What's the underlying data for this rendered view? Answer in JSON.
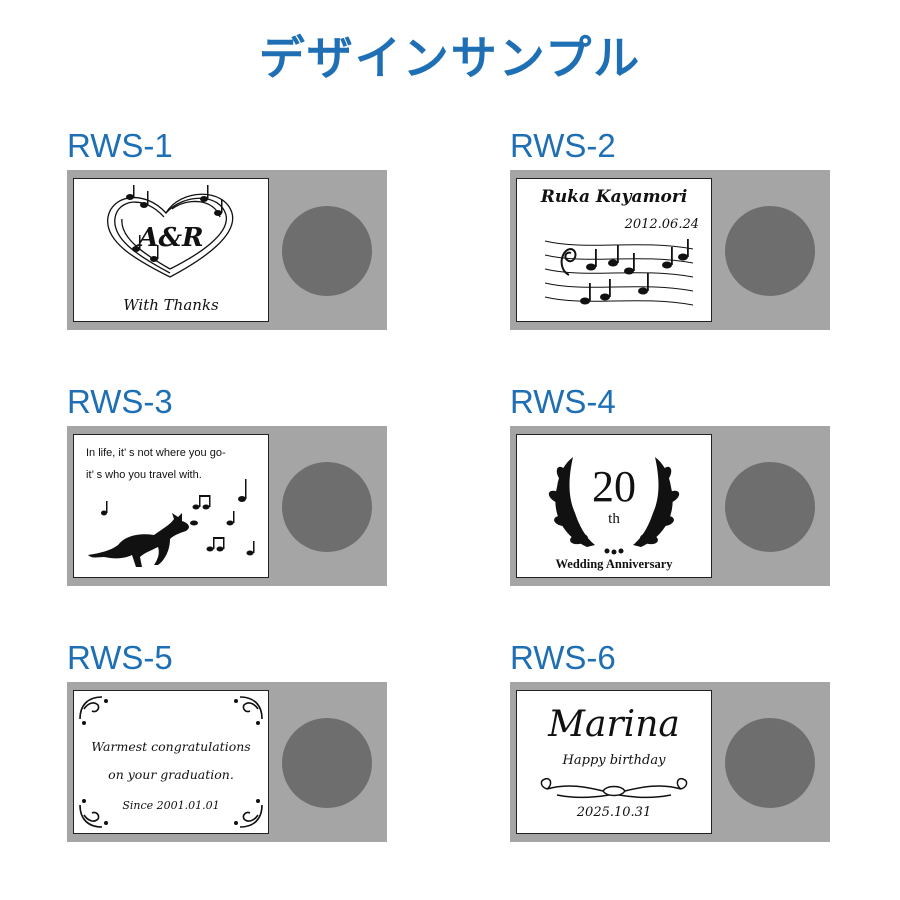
{
  "title": "デザインサンプル",
  "samples": [
    {
      "code": "RWS-1",
      "lines": [
        "A&R",
        "With Thanks"
      ]
    },
    {
      "code": "RWS-2",
      "lines": [
        "Ruka Kayamori",
        "2012.06.24"
      ]
    },
    {
      "code": "RWS-3",
      "lines": [
        "In life, it’ s not where you go-",
        "it’ s who you travel with."
      ]
    },
    {
      "code": "RWS-4",
      "lines": [
        "20",
        "th",
        "Wedding Anniversary"
      ]
    },
    {
      "code": "RWS-5",
      "lines": [
        "Warmest congratulations",
        "on your graduation.",
        "Since 2001.01.01"
      ]
    },
    {
      "code": "RWS-6",
      "lines": [
        "Marina",
        "Happy birthday",
        "2025.10.31"
      ]
    }
  ],
  "colors": {
    "title": "#1f6fb5",
    "plate": "#a5a5a5",
    "circle": "#6e6e6e"
  }
}
